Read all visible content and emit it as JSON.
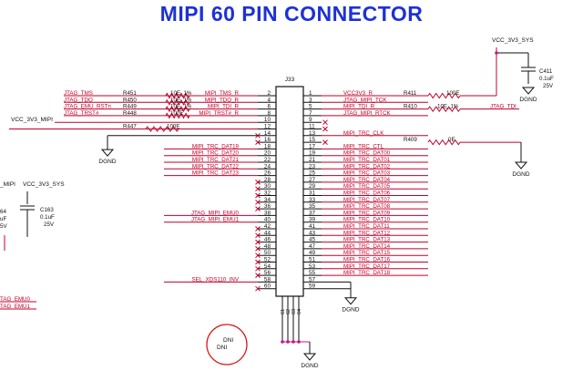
{
  "title": "MIPI 60 PIN CONNECTOR",
  "colors": {
    "title": "#1d31d6",
    "wire": "#c0002a",
    "black": "#111111",
    "magenta": "#c4148c",
    "circle": "#d81b1b"
  },
  "connector": {
    "ref": "J33",
    "pins_left": [
      "2",
      "4",
      "6",
      "8",
      "10",
      "12",
      "14",
      "16",
      "18",
      "20",
      "22",
      "24",
      "26",
      "28",
      "30",
      "32",
      "34",
      "36",
      "38",
      "40",
      "42",
      "44",
      "46",
      "48",
      "50",
      "52",
      "54",
      "56",
      "58",
      "60"
    ],
    "pins_right": [
      "1",
      "3",
      "5",
      "7",
      "9",
      "11",
      "13",
      "15",
      "17",
      "19",
      "21",
      "23",
      "25",
      "27",
      "29",
      "31",
      "33",
      "35",
      "37",
      "39",
      "41",
      "43",
      "45",
      "47",
      "49",
      "51",
      "53",
      "55",
      "57",
      "59"
    ],
    "bottom_pins": [
      "61",
      "62",
      "63",
      "64"
    ]
  },
  "left_nets": [
    {
      "pin": "2",
      "net": "MIPI_TMS_R"
    },
    {
      "pin": "4",
      "net": "MIPI_TDO_R"
    },
    {
      "pin": "6",
      "net": "MIPI_TDI_R"
    },
    {
      "pin": "8",
      "net": "MIPI_TRST#_R"
    },
    {
      "pin": "18",
      "net": "MIPI_TRC_DAT19"
    },
    {
      "pin": "20",
      "net": "MIPI_TRC_DAT20"
    },
    {
      "pin": "22",
      "net": "MIPI_TRC_DAT21"
    },
    {
      "pin": "24",
      "net": "MIPI_TRC_DAT22"
    },
    {
      "pin": "26",
      "net": "MIPI_TRC_DAT23"
    },
    {
      "pin": "38",
      "net": "JTAG_MIPI_EMU0"
    },
    {
      "pin": "40",
      "net": "JTAG_MIPI_EMU1"
    },
    {
      "pin": "58",
      "net": "SEL_XDS110_INV"
    }
  ],
  "right_nets": [
    {
      "pin": "1",
      "net": "VCC3V3_R"
    },
    {
      "pin": "3",
      "net": "JTAG_MIPI_TCK"
    },
    {
      "pin": "5",
      "net": "MIPI_TDI_R"
    },
    {
      "pin": "7",
      "net": "JTAG_MIPI_RTCK"
    },
    {
      "pin": "13",
      "net": "MIPI_TRC_CLK"
    },
    {
      "pin": "17",
      "net": "MIPI_TRC_CTL"
    },
    {
      "pin": "19",
      "net": "MIPI_TRC_DAT00"
    },
    {
      "pin": "21",
      "net": "MIPI_TRC_DAT01"
    },
    {
      "pin": "23",
      "net": "MIPI_TRC_DAT02"
    },
    {
      "pin": "25",
      "net": "MIPI_TRC_DAT03"
    },
    {
      "pin": "27",
      "net": "MIPI_TRC_DAT04"
    },
    {
      "pin": "29",
      "net": "MIPI_TRC_DAT05"
    },
    {
      "pin": "31",
      "net": "MIPI_TRC_DAT06"
    },
    {
      "pin": "33",
      "net": "MIPI_TRC_DAT07"
    },
    {
      "pin": "35",
      "net": "MIPI_TRC_DAT08"
    },
    {
      "pin": "37",
      "net": "MIPI_TRC_DAT09"
    },
    {
      "pin": "39",
      "net": "MIPI_TRC_DAT10"
    },
    {
      "pin": "41",
      "net": "MIPI_TRC_DAT11"
    },
    {
      "pin": "43",
      "net": "MIPI_TRC_DAT12"
    },
    {
      "pin": "45",
      "net": "MIPI_TRC_DAT13"
    },
    {
      "pin": "47",
      "net": "MIPI_TRC_DAT14"
    },
    {
      "pin": "49",
      "net": "MIPI_TRC_DAT15"
    },
    {
      "pin": "51",
      "net": "MIPI_TRC_DAT16"
    },
    {
      "pin": "53",
      "net": "MIPI_TRC_DAT17"
    },
    {
      "pin": "55",
      "net": "MIPI_TRC_DAT18"
    }
  ],
  "resistors_left": [
    {
      "ref": "R451",
      "value": "10E_1%",
      "signal": "JTAG_TMS"
    },
    {
      "ref": "R450",
      "value": "10E_1%",
      "signal": "JTAG_TDO"
    },
    {
      "ref": "R449",
      "value": "10E_1%",
      "signal": "JTAG_EMU_RSTn"
    },
    {
      "ref": "R448",
      "value": "100E",
      "signal": "JTAG_TRST#"
    },
    {
      "ref": "R447",
      "value": "100E",
      "signal": ""
    }
  ],
  "resistors_right": [
    {
      "ref": "R411",
      "value": "100E",
      "signal": ""
    },
    {
      "ref": "R410",
      "value": "10E_1%",
      "signal": "JTAG_TDI"
    },
    {
      "ref": "R409",
      "value": "0E",
      "signal": ""
    }
  ],
  "cap_right": {
    "ref": "C411",
    "value": "0.1uF",
    "voltage": "25V",
    "supply": "VCC_3V3_SYS",
    "gnd": "DGND"
  },
  "cap_left": {
    "ref": "C163",
    "value": "0.1uF",
    "voltage": "25V",
    "supply": "VCC_3V3_SYS"
  },
  "cap_left_partial": {
    "ref_partial": "64",
    "value_partial": "uF",
    "voltage_partial": "5V",
    "supply_partial": "_MIPI"
  },
  "left_edge_labels": [
    "TAG_EMU0",
    "TAG_EMU1"
  ],
  "vcc_mipi": "VCC_3V3_MIPI",
  "gnd_label": "DGND",
  "dni": [
    "DNI",
    "DNI"
  ]
}
